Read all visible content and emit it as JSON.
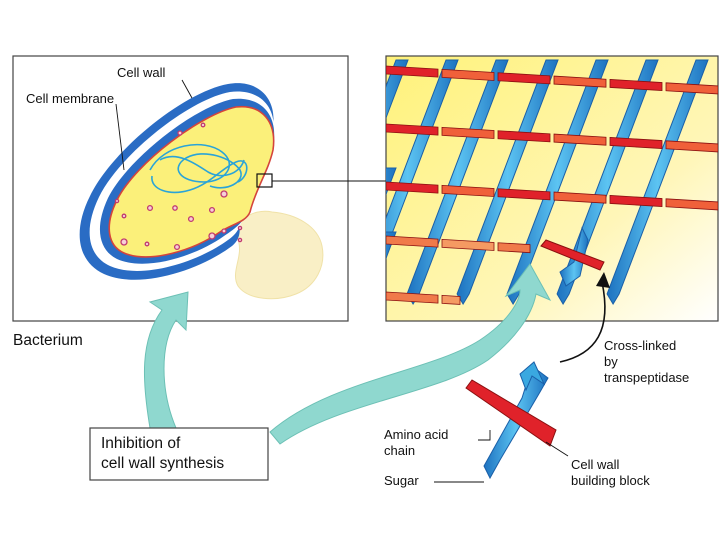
{
  "labels": {
    "cell_wall": "Cell wall",
    "cell_membrane": "Cell membrane",
    "bacterium": "Bacterium",
    "inhibition_line1": "Inhibition of",
    "inhibition_line2": "cell wall synthesis",
    "cross_linked_line1": "Cross-linked",
    "cross_linked_line2": "by",
    "cross_linked_line3": "transpeptidase",
    "amino_acid_line1": "Amino  acid",
    "amino_acid_line2": "chain",
    "sugar": "Sugar",
    "building_block_line1": "Cell wall",
    "building_block_line2": "building block"
  },
  "colors": {
    "cytoplasm": "#fbf07a",
    "cell_wall_blue": "#2a6cc4",
    "membrane_red": "#d4443c",
    "dna": "#2aa4d8",
    "granule": "#c03a70",
    "sugar_chain": "#3aa8e0",
    "amino_chain": "#e0222a",
    "amino_chain_light": "#f07a4a",
    "arrow_teal": "#8fd8cf",
    "background_yellow": "#fff9c8",
    "debris": "#f8efc8"
  }
}
